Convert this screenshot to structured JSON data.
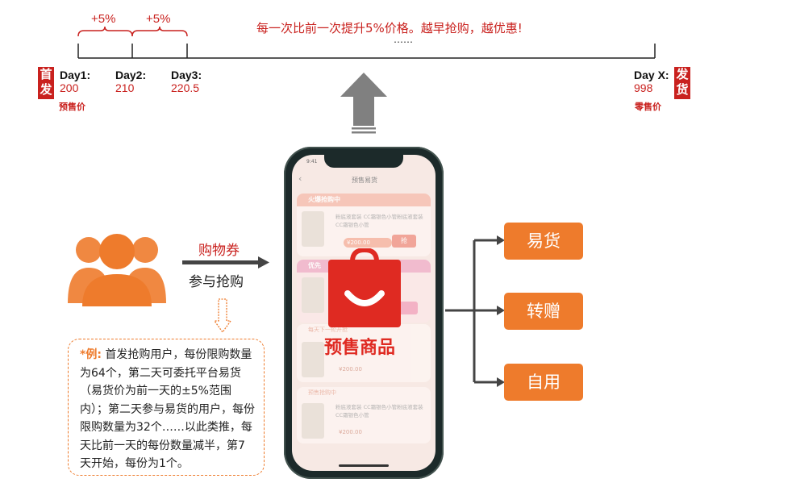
{
  "timeline": {
    "increments": [
      "+5%",
      "+5%"
    ],
    "headline": "每一次比前一次提升5%价格。越早抢购，越优惠!",
    "ellipsis": "……",
    "start_tag": [
      "首",
      "发"
    ],
    "end_tag": [
      "发",
      "货"
    ],
    "days": [
      {
        "label": "Day1:",
        "price": "200"
      },
      {
        "label": "Day2:",
        "price": "210"
      },
      {
        "label": "Day3:",
        "price": "220.5"
      }
    ],
    "last_day": {
      "label": "Day X:",
      "price": "998"
    },
    "start_caption": "预售价",
    "end_caption": "零售价"
  },
  "flow": {
    "coupon_label": "购物券",
    "join_label": "参与抢购",
    "product_label": "预售商品",
    "outcomes": [
      "易货",
      "转赠",
      "自用"
    ]
  },
  "note": {
    "lead": "*例:",
    "text": "首发抢购用户，每份限购数量为64个，第二天可委托平台易货（易货价为前一天的±5%范围内）；第二天参与易货的用户，每份限购数量为32个……以此类推，每天比前一天的每份数量减半，第7天开始，每份为1个。"
  },
  "phone": {
    "status_time": "9:41",
    "screen_title": "预售易货",
    "section1": "火爆抢购中",
    "section2": "优先",
    "section3": "每天下一轮开抢",
    "section4": "预售抢购中",
    "product_text": "粉底液套装 CC霜银色小管粉底液套装 CC霜银色小管",
    "price": "¥200.00",
    "buy_label": "抢"
  },
  "colors": {
    "accent_red": "#c9211e",
    "accent_orange": "#ee7b2c",
    "arrow_gray": "#808080"
  }
}
